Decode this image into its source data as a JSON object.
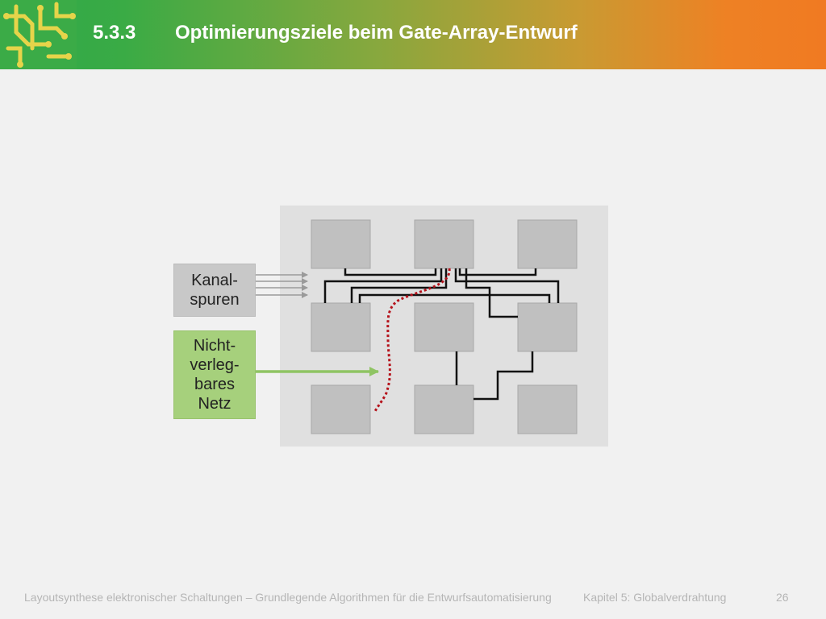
{
  "header": {
    "section_number": "5.3.3",
    "title": "Optimierungsziele beim Gate-Array-Entwurf"
  },
  "labels": {
    "kanal_line1": "Kanal-",
    "kanal_line2": "spuren",
    "nicht_line1": "Nicht-",
    "nicht_line2": "verleg-",
    "nicht_line3": "bares",
    "nicht_line4": "Netz"
  },
  "footer": {
    "left": "Layoutsynthese elektronischer Schaltungen – Grundlegende Algorithmen für die Entwurfsautomatisierung",
    "chapter": "Kapitel 5: Globalverdrahtung",
    "page": "26"
  },
  "colors": {
    "accent_green": "#2ea84a",
    "accent_orange": "#f07a22",
    "label_green": "#a6d07c",
    "unroutable_net": "#b5121b"
  }
}
